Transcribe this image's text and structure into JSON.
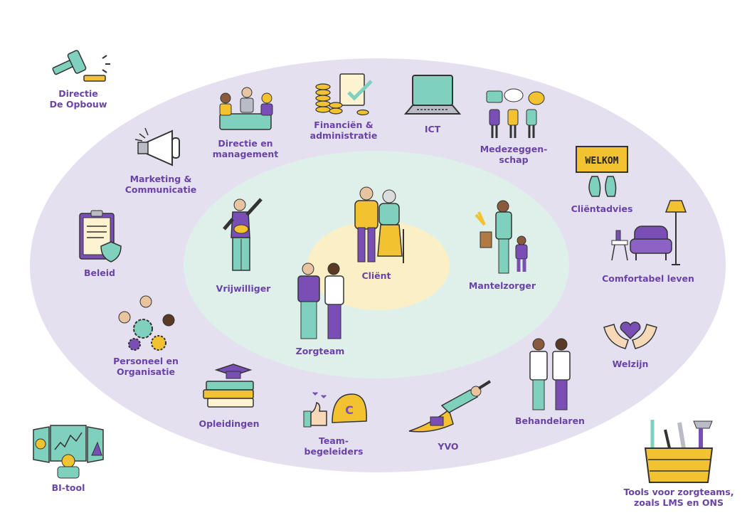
{
  "labels": {
    "directie_opbouw": "Directie\nDe Opbouw",
    "directie_management": "Directie en\nmanagement",
    "financien": "Financiën &\nadministratie",
    "ict": "ICT",
    "medezeggenschap": "Medezeggen-\nschap",
    "marketing": "Marketing &\nCommunicatie",
    "clientadvies": "Cliëntadvies",
    "welkom_sign": "WELKOM",
    "beleid": "Beleid",
    "comfortabel": "Comfortabel leven",
    "vrijwilliger": "Vrijwilliger",
    "client": "Cliënt",
    "mantelzorger": "Mantelzorger",
    "zorgteam": "Zorgteam",
    "personeel": "Personeel en\nOrganisatie",
    "welzijn": "Welzijn",
    "opleidingen": "Opleidingen",
    "teambegeleiders": "Team-\nbegeleiders",
    "cap_letter": "C",
    "yvo": "YVO",
    "behandelaren": "Behandelaren",
    "bi_tool": "BI-tool",
    "tools": "Tools voor zorgteams,\nzoals LMS en ONS"
  },
  "colors": {
    "outer_ring": "#e4e0ef",
    "middle_ring": "#dff0ea",
    "inner_ring": "#fbefc6",
    "label_purple": "#6a43a6",
    "accent_purple": "#7a4fb5",
    "accent_teal": "#7fd0bd",
    "accent_yellow": "#f2c230"
  },
  "icons": [
    "gavel-icon",
    "meeting-icon",
    "coins-checklist-icon",
    "laptop-icon",
    "speech-bubbles-icon",
    "megaphone-icon",
    "welkom-sign-icon",
    "clipboard-shield-icon",
    "armchair-lamp-icon",
    "volunteer-icon",
    "elderly-couple-icon",
    "caregiver-child-icon",
    "care-team-icon",
    "people-gears-icon",
    "heart-hands-icon",
    "books-graduation-icon",
    "thumbs-cap-icon",
    "superhero-icon",
    "practitioners-icon",
    "dashboard-screen-icon",
    "toolbox-icon"
  ]
}
